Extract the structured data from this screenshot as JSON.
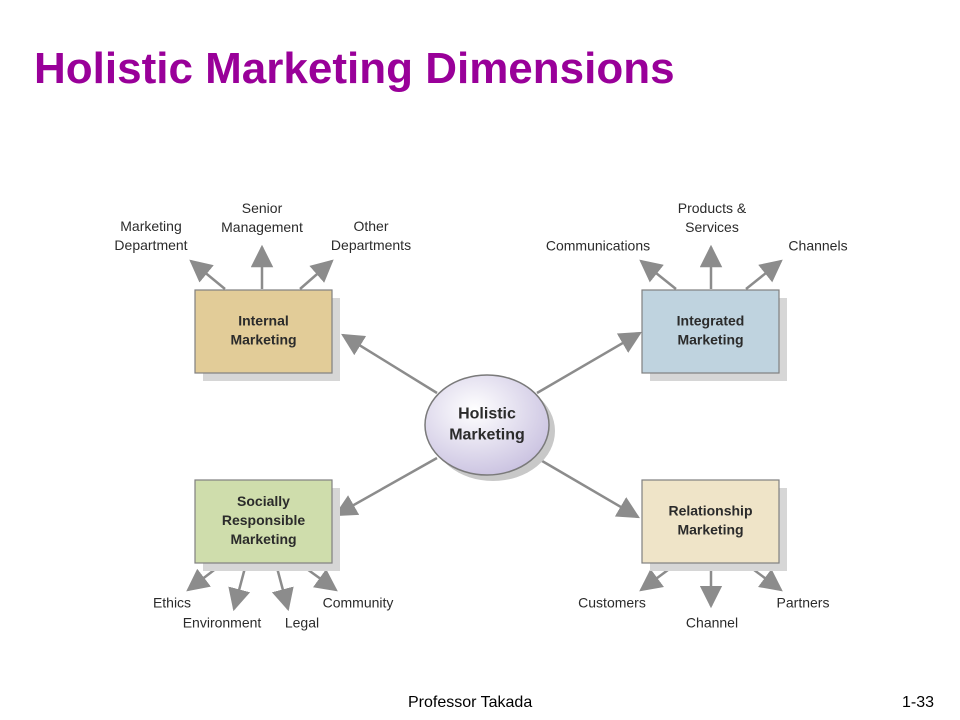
{
  "title": "Holistic Marketing Dimensions",
  "center": {
    "label_lines": [
      "Holistic",
      "Marketing"
    ]
  },
  "dimensions": [
    {
      "label_lines": [
        "Internal",
        "Marketing"
      ],
      "color": "#e2cc98",
      "components": [
        {
          "label_lines": [
            "Marketing",
            "Department"
          ]
        },
        {
          "label_lines": [
            "Senior",
            "Management"
          ]
        },
        {
          "label_lines": [
            "Other",
            "Departments"
          ]
        }
      ]
    },
    {
      "label_lines": [
        "Integrated",
        "Marketing"
      ],
      "color": "#bfd3df",
      "components": [
        {
          "label_lines": [
            "Communications"
          ]
        },
        {
          "label_lines": [
            "Products &",
            "Services"
          ]
        },
        {
          "label_lines": [
            "Channels"
          ]
        }
      ]
    },
    {
      "label_lines": [
        "Socially",
        "Responsible",
        "Marketing"
      ],
      "color": "#cfddac",
      "components": [
        {
          "label_lines": [
            "Ethics"
          ]
        },
        {
          "label_lines": [
            "Environment"
          ]
        },
        {
          "label_lines": [
            "Legal"
          ]
        },
        {
          "label_lines": [
            "Community"
          ]
        }
      ]
    },
    {
      "label_lines": [
        "Relationship",
        "Marketing"
      ],
      "color": "#efe4c8",
      "components": [
        {
          "label_lines": [
            "Customers"
          ]
        },
        {
          "label_lines": [
            "Channel"
          ]
        },
        {
          "label_lines": [
            "Partners"
          ]
        }
      ]
    }
  ],
  "colors": {
    "title": "#990099",
    "arrow": "#8c8c8c",
    "hub_fill_light": "#ffffff",
    "hub_fill_dark": "#c9c1e0"
  },
  "footer": {
    "presenter": "Professor Takada",
    "page": "1-33"
  }
}
